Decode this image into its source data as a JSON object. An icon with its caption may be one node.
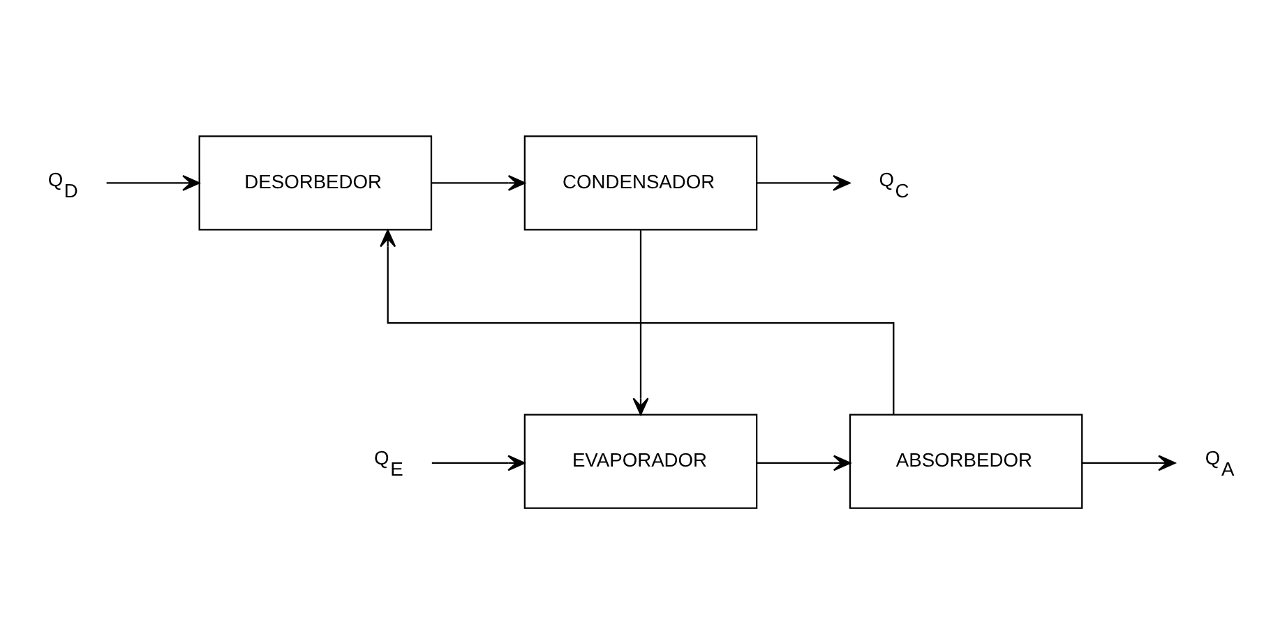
{
  "diagram": {
    "nodes": [
      {
        "text": [
          "DESORBEDOR"
        ]
      },
      {
        "text": [
          "Q$_{D}$"
        ]
      },
      {
        "text": [
          "CONDENSADOR"
        ]
      },
      {
        "text": [
          "Q$_{C}$"
        ]
      },
      {
        "text": [
          "Q$_{A}$"
        ]
      },
      {
        "text": [
          "Q$_{E}$"
        ]
      },
      {
        "text": [
          "ABSORBEDOR"
        ]
      },
      {
        "text": [
          "EVAPORADOR"
        ]
      }
    ],
    "edges": [
      {
        "from": 0,
        "to": 2,
        "arrow": "to"
      },
      {
        "from": 2,
        "to": 7,
        "arrow": "to"
      },
      {
        "from": 7,
        "to": 6,
        "arrow": "to"
      },
      {
        "from": 6,
        "to": 0,
        "arrow": "to"
      },
      {
        "from": 1,
        "to": 0,
        "arrow": "to"
      },
      {
        "from": 2,
        "to": 3,
        "arrow": "to"
      },
      {
        "from": 6,
        "to": 4,
        "arrow": "to"
      },
      {
        "from": 5,
        "to": 7,
        "arrow": "to"
      }
    ]
  }
}
